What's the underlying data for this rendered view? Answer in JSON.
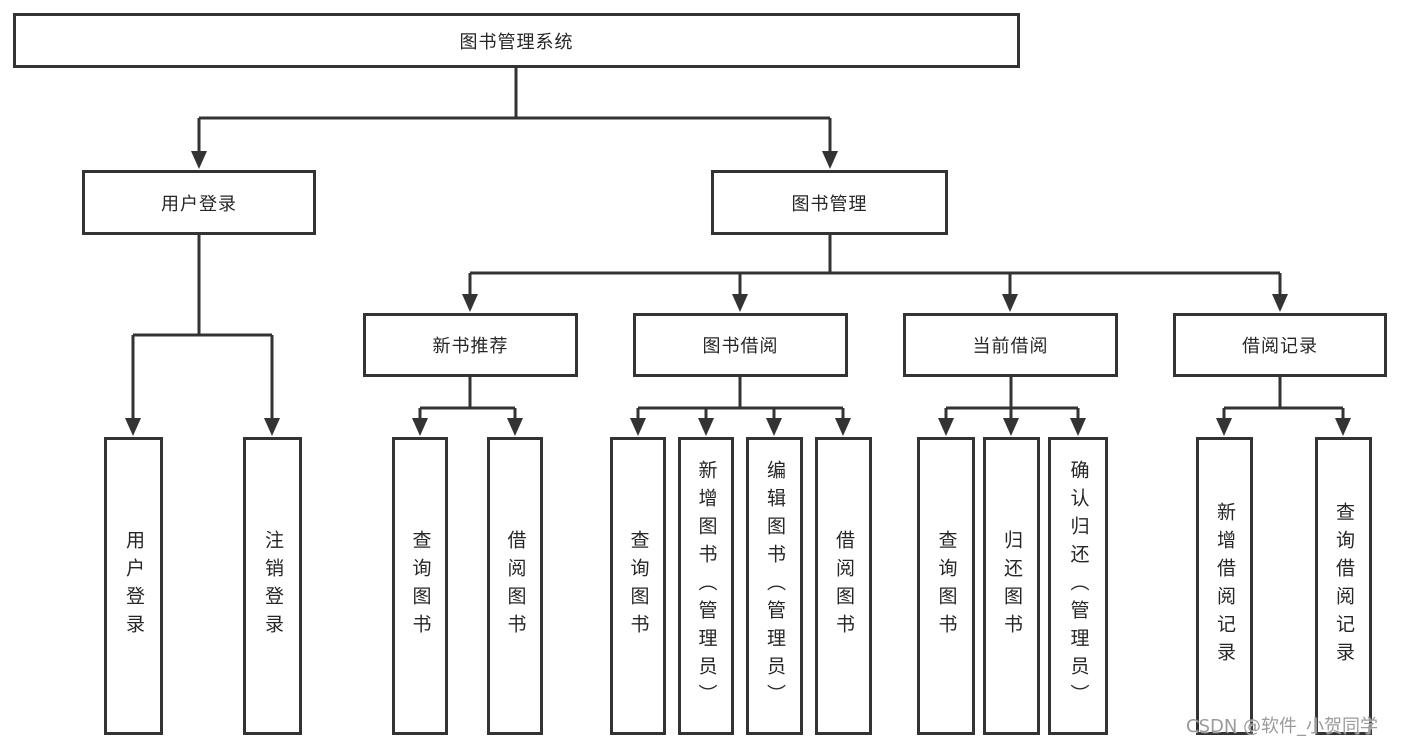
{
  "colors": {
    "line": "#333333",
    "text": "#262626",
    "box-bg": "#ffffff",
    "background": "#ffffff",
    "watermark": "#9b9b9b"
  },
  "tree": {
    "label": "图书管理系统",
    "children": [
      {
        "label": "用户登录",
        "children": [
          {
            "label": "用户登录"
          },
          {
            "label": "注销登录"
          }
        ]
      },
      {
        "label": "图书管理",
        "children": [
          {
            "label": "新书推荐",
            "children": [
              {
                "label": "查询图书"
              },
              {
                "label": "借阅图书"
              }
            ]
          },
          {
            "label": "图书借阅",
            "children": [
              {
                "label": "查询图书"
              },
              {
                "label": "新增图书（管理员）"
              },
              {
                "label": "编辑图书（管理员）"
              },
              {
                "label": "借阅图书"
              }
            ]
          },
          {
            "label": "当前借阅",
            "children": [
              {
                "label": "查询图书"
              },
              {
                "label": "归还图书"
              },
              {
                "label": "确认归还（管理员）"
              }
            ]
          },
          {
            "label": "借阅记录",
            "children": [
              {
                "label": "新增借阅记录"
              },
              {
                "label": "查询借阅记录"
              }
            ]
          }
        ]
      }
    ]
  },
  "watermark": {
    "text": "CSDN @软件_小贺同学"
  }
}
